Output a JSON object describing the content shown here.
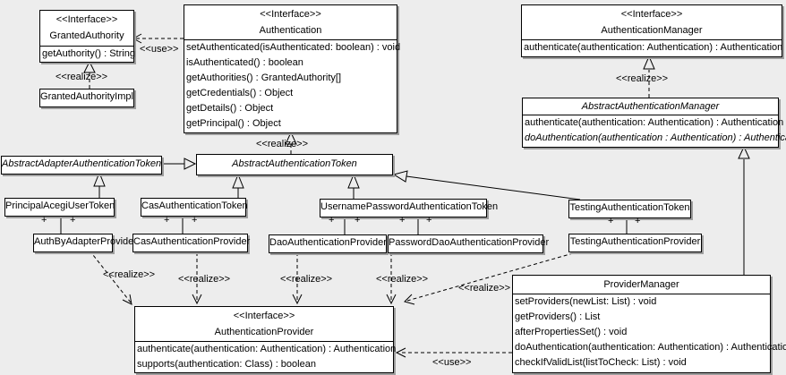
{
  "diagram": {
    "background_color": "#ededed",
    "box_fill_color": "#ffffff",
    "line_color": "#000000",
    "shadow_color": "#9e9e9e"
  },
  "classes": {
    "granted_authority": {
      "stereotype": "<<Interface>>",
      "name": "GrantedAuthority",
      "methods": [
        "getAuthority() : String"
      ]
    },
    "granted_authority_impl": {
      "name": "GrantedAuthorityImpl"
    },
    "authentication": {
      "stereotype": "<<Interface>>",
      "name": "Authentication",
      "methods": [
        "setAuthenticated(isAuthenticated: boolean) : void",
        "isAuthenticated() : boolean",
        "getAuthorities() : GrantedAuthority[]",
        "getCredentials() : Object",
        "getDetails() : Object",
        "getPrincipal() : Object"
      ]
    },
    "authentication_manager": {
      "stereotype": "<<Interface>>",
      "name": "AuthenticationManager",
      "methods": [
        "authenticate(authentication: Authentication) : Authentication"
      ]
    },
    "abstract_authentication_manager": {
      "name": "AbstractAuthenticationManager",
      "methods": [
        "authenticate(authentication: Authentication) : Authentication",
        "doAuthentication(authentication : Authentication) : Authentication"
      ]
    },
    "abstract_adapter_authentication_token": {
      "name": "AbstractAdapterAuthenticationToken"
    },
    "abstract_authentication_token": {
      "name": "AbstractAuthenticationToken"
    },
    "principal_acegi_user_token": {
      "name": "PrincipalAcegiUserToken"
    },
    "cas_authentication_token": {
      "name": "CasAuthenticationToken"
    },
    "username_password_authentication_token": {
      "name": "UsernamePasswordAuthenticationToken"
    },
    "testing_authentication_token": {
      "name": "TestingAuthenticationToken"
    },
    "auth_by_adapter_provider": {
      "name": "AuthByAdapterProvider"
    },
    "cas_authentication_provider": {
      "name": "CasAuthenticationProvider"
    },
    "dao_authentication_provider": {
      "name": "DaoAuthenticationProvider"
    },
    "password_dao_authentication_provider": {
      "name": "PasswordDaoAuthenticationProvider"
    },
    "testing_authentication_provider": {
      "name": "TestingAuthenticationProvider"
    },
    "authentication_provider": {
      "stereotype": "<<Interface>>",
      "name": "AuthenticationProvider",
      "methods": [
        "authenticate(authentication: Authentication) : Authentication",
        "supports(authentication: Class) : boolean"
      ]
    },
    "provider_manager": {
      "name": "ProviderManager",
      "methods": [
        "setProviders(newList: List) : void",
        "getProviders() : List",
        "afterPropertiesSet() : void",
        "doAuthentication(authentication: Authentication) : Authentication",
        "checkIfValidList(listToCheck: List) : void"
      ]
    }
  },
  "edge_labels": {
    "use": "<<use>>",
    "realize": "<<realize>>",
    "plus": "+"
  }
}
